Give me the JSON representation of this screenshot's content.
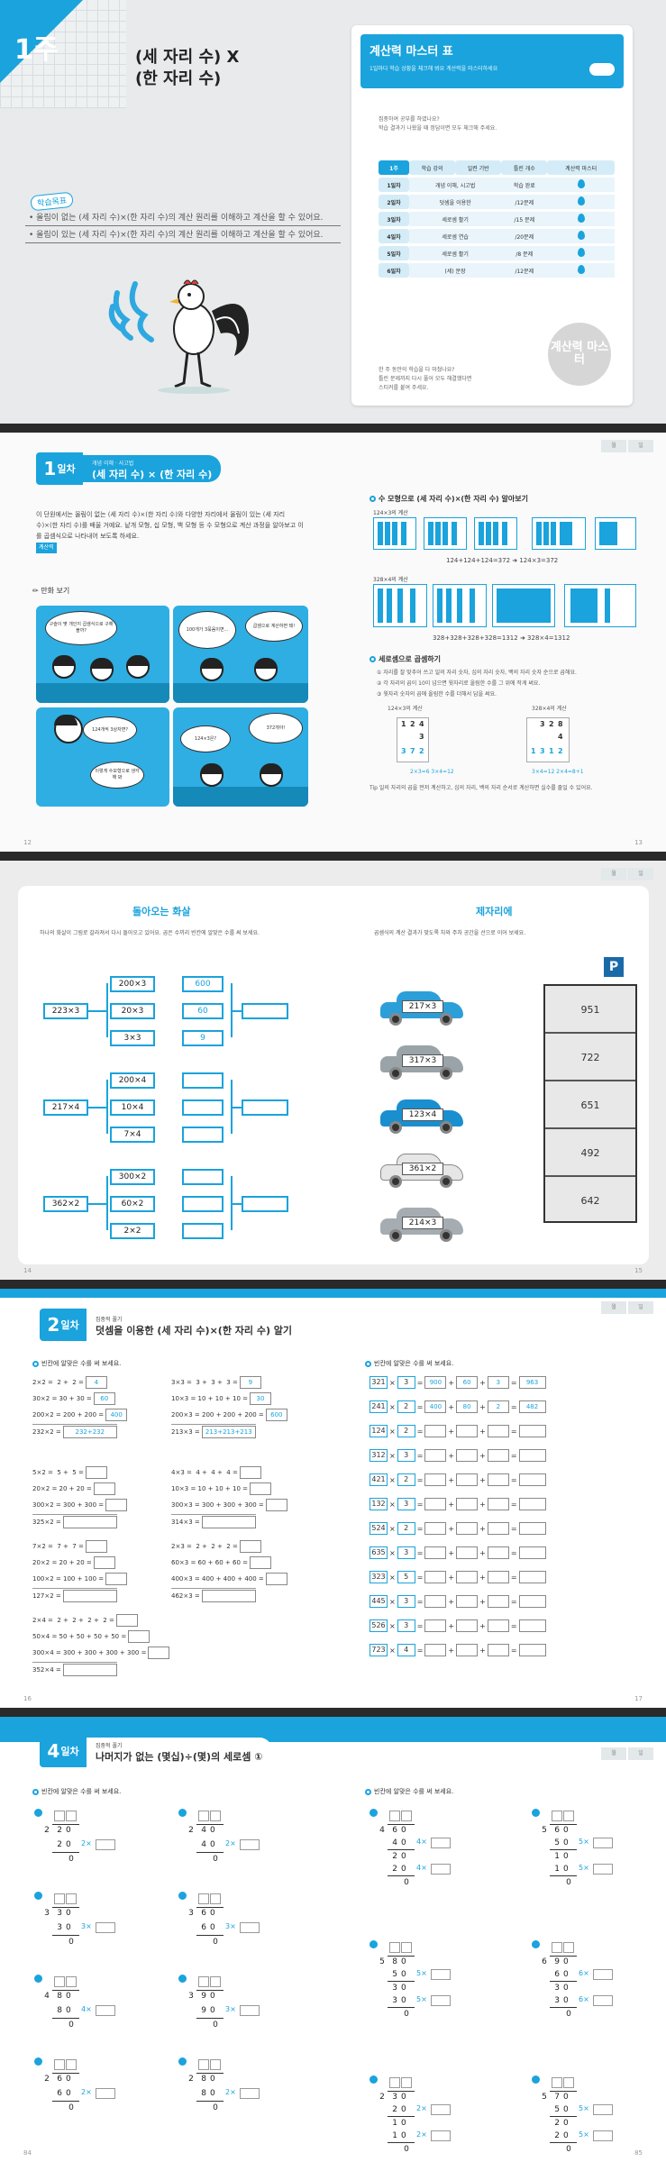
{
  "spread1": {
    "week_label": "1주",
    "week_title_line1": "(세 자리 수) X",
    "week_title_line2": "(한 자리 수)",
    "goal_tag": "학습목표",
    "goals": [
      "올림이 없는 (세 자리 수)×(한 자리 수)의 계산 원리를 이해하고 계산을 할 수 있어요.",
      "올림이 있는 (세 자리 수)×(한 자리 수)의 계산 원리를 이해하고 계산을 할 수 있어요."
    ],
    "master": {
      "title": "계산력 마스터 표",
      "subtitle": "1일마다 학습 상황을 체크해 봐요 계산력을 마스터하세요",
      "intro": [
        "집중하여 공부를 하였나요?",
        "학습 결과가 나왔을 때 정답이면 모두 체크해 주세요."
      ],
      "headers": [
        "1주",
        "학습 강의",
        "일련 기반",
        "틀린 개수",
        "계산력 마스터"
      ],
      "rows": [
        {
          "day": "1일차",
          "topic": "개념 이해, 시고법",
          "count": "학습 완료"
        },
        {
          "day": "2일차",
          "topic": "덧셈을 이용한",
          "count": "/12문제"
        },
        {
          "day": "3일차",
          "topic": "세로셈 활기",
          "count": "/15 문제"
        },
        {
          "day": "4일차",
          "topic": "세로셈 연습",
          "count": "/20문제"
        },
        {
          "day": "5일차",
          "topic": "세로셈 활기",
          "count": "/8 문제"
        },
        {
          "day": "6일차",
          "topic": "(세) 문장",
          "count": "/12문제"
        }
      ],
      "stamp": "계산력 마스터",
      "footer": [
        "한 주 동안의 학습을 다 마쳤나요?",
        "틀린 문제까지 다시 풀어 모두 해결했다면",
        "스티커를 붙여 주세요."
      ]
    },
    "page_left": "",
    "page_right": ""
  },
  "spread2": {
    "day_num": "1",
    "day_suffix": "일차",
    "day_sub": "개념 이해 · 사고법",
    "day_title": "(세 자리 수) × (한 자리 수)",
    "intro": "이 단원에서는 올림이 없는 (세 자리 수)×(한 자리 수)와 다양한 자리에서 올림이 있는 (세 자리 수)×(한 자리 수)를 배울 거예요. 낱개 모형, 십 모형, 백 모형 등 수 모형으로 계산 과정을 알아보고 이를 곱셈식으로 나타내어 보도록 하세요.",
    "intro_tag": "계산력",
    "comic_label": "만화 보기",
    "bubbles": [
      "구슬이 몇 개인지 곱셈식으로 구해 볼까?",
      "100개가 3묶음이면...",
      "곱셈으로 계산하면 돼!",
      "124개씩 3상자면?",
      "이렇게 수모형으로 생각해 봐",
      "124×3은?",
      "372개야!"
    ],
    "right_h1": "수 모형으로 (세 자리 수)×(한 자리 수) 알아보기",
    "ex1": "124×3의 계산",
    "ex1_eq": "124+124+124=372  ➜  124×3=372",
    "ex2": "328×4의 계산",
    "ex2_eq": "328+328+328+328=1312  ➜  328×4=1312",
    "right_h2": "세로셈으로 곱셈하기",
    "steps": [
      "① 자리를 잘 맞추어 쓰고 일의 자리 숫자, 십의 자리 숫자, 백의 자리 숫자 순으로 곱해요.",
      "② 각 자리의 곱이 10이 넘으면 윗자리로 올림한 수를 그 위에 작게 써요.",
      "③ 윗자리 숫자의 곱에 올림한 수를 더해서 답을 써요."
    ],
    "vert1_label": "124×3의 계산",
    "vert2_label": "328×4의 계산",
    "vert1_eq": "2×3=6  3×4=12",
    "vert2_eq": "3×4=12  2×4=8+1",
    "tip": "Tip 일의 자리의 곱을 먼저 계산하고, 십의 자리, 백의 자리 순서로 계산하면 실수를 줄일 수 있어요.",
    "page_left": "12",
    "page_right": "13"
  },
  "spread3": {
    "title_left": "돌아오는 화살",
    "title_right": "제자리에",
    "instr_left": "하나의 화살이 그림로 갈라져서 다시 돌아오고 있어요. 곱은 수끼리 빈칸에 알맞은 수를 써 보세요.",
    "instr_right": "곱셈식의 계산 결과가 맞도록 차와 주차 공간을 선으로 이어 보세요.",
    "groups": [
      {
        "main": "223×3",
        "parts": [
          "200×3",
          "20×3",
          "3×3"
        ],
        "answers": [
          "600",
          "60",
          "9"
        ]
      },
      {
        "main": "217×4",
        "parts": [
          "200×4",
          "10×4",
          "7×4"
        ],
        "answers": [
          "",
          "",
          ""
        ]
      },
      {
        "main": "362×2",
        "parts": [
          "300×2",
          "60×2",
          "2×2"
        ],
        "answers": [
          "",
          "",
          ""
        ]
      }
    ],
    "cars": [
      {
        "label": "217×3",
        "color": "#2c9fd8"
      },
      {
        "label": "317×3",
        "color": "#9aa3a8"
      },
      {
        "label": "123×4",
        "color": "#1a8fd0"
      },
      {
        "label": "361×2",
        "color": "#e6e6e6"
      },
      {
        "label": "214×3",
        "color": "#a5adb3"
      }
    ],
    "parking_sign": "P",
    "slots": [
      "951",
      "722",
      "651",
      "492",
      "642"
    ],
    "page_left": "14",
    "page_right": "15"
  },
  "spread4": {
    "day_num": "2",
    "day_suffix": "일차",
    "day_sub": "집중적 풀기",
    "day_title": "덧셈을 이용한 (세 자리 수)×(한 자리 수) 알기",
    "instr1": "빈칸에 알맞은 수를 써 보세요.",
    "instr2": "빈칸에 알맞은 수를 써 보세요.",
    "left_blocks": [
      {
        "rows": [
          "2×2 =  2 +  2 =",
          "30×2 = 30 + 30 =",
          "200×2 = 200 + 200 =",
          "232×2 ="
        ],
        "ans": [
          "4",
          "60",
          "400",
          "232+232"
        ]
      },
      {
        "rows": [
          "3×3 =  3 +  3 +  3 =",
          "10×3 = 10 + 10 + 10 =",
          "200×3 = 200 + 200 + 200 =",
          "213×3 ="
        ],
        "ans": [
          "9",
          "30",
          "600",
          "213+213+213"
        ]
      },
      {
        "rows": [
          "5×2 =  5 +  5 =",
          "20×2 = 20 + 20 =",
          "300×2 = 300 + 300 =",
          "325×2 ="
        ],
        "ans": [
          "",
          "",
          "",
          ""
        ]
      },
      {
        "rows": [
          "4×3 =  4 +  4 +  4 =",
          "10×3 = 10 + 10 + 10 =",
          "300×3 = 300 + 300 + 300 =",
          "314×3 ="
        ],
        "ans": [
          "",
          "",
          "",
          ""
        ]
      },
      {
        "rows": [
          "7×2 =  7 +  7 =",
          "20×2 = 20 + 20 =",
          "100×2 = 100 + 100 =",
          "127×2 ="
        ],
        "ans": [
          "",
          "",
          "",
          ""
        ]
      },
      {
        "rows": [
          "2×3 =  2 +  2 +  2 =",
          "60×3 = 60 + 60 + 60 =",
          "400×3 = 400 + 400 + 400 =",
          "462×3 ="
        ],
        "ans": [
          "",
          "",
          "",
          ""
        ]
      },
      {
        "rows": [
          "2×4 =  2 +  2 +  2 +  2 =",
          "50×4 = 50 + 50 + 50 + 50 =",
          "300×4 = 300 + 300 + 300 + 300 =",
          "352×4 ="
        ],
        "ans": [
          "",
          "",
          "",
          ""
        ]
      }
    ],
    "right_rows": [
      {
        "a": "321",
        "b": "3",
        "c": [
          "900",
          "60",
          "3"
        ],
        "r": "963"
      },
      {
        "a": "241",
        "b": "2",
        "c": [
          "400",
          "80",
          "2"
        ],
        "r": "482"
      },
      {
        "a": "124",
        "b": "2",
        "c": [
          "",
          "",
          ""
        ],
        "r": ""
      },
      {
        "a": "312",
        "b": "3",
        "c": [
          "",
          "",
          ""
        ],
        "r": ""
      },
      {
        "a": "421",
        "b": "2",
        "c": [
          "",
          "",
          ""
        ],
        "r": ""
      },
      {
        "a": "132",
        "b": "3",
        "c": [
          "",
          "",
          ""
        ],
        "r": ""
      },
      {
        "a": "524",
        "b": "2",
        "c": [
          "",
          "",
          ""
        ],
        "r": ""
      },
      {
        "a": "635",
        "b": "3",
        "c": [
          "",
          "",
          ""
        ],
        "r": ""
      },
      {
        "a": "323",
        "b": "5",
        "c": [
          "",
          "",
          ""
        ],
        "r": ""
      },
      {
        "a": "445",
        "b": "3",
        "c": [
          "",
          "",
          ""
        ],
        "r": ""
      },
      {
        "a": "526",
        "b": "3",
        "c": [
          "",
          "",
          ""
        ],
        "r": ""
      },
      {
        "a": "723",
        "b": "4",
        "c": [
          "",
          "",
          ""
        ],
        "r": ""
      }
    ],
    "page_left": "16",
    "page_right": "17"
  },
  "spread5": {
    "day_num": "4",
    "day_suffix": "일차",
    "day_sub": "집중적 풀기",
    "day_title": "나머지가 없는 (몇십)÷(몇)의 세로셈 ①",
    "instr1": "빈칸에 알맞은 수를 써 보세요.",
    "instr2": "빈칸에 알맞은 수를 써 보세요.",
    "left_probs": [
      {
        "d": "2",
        "n": "20",
        "s": "20",
        "m": "2×"
      },
      {
        "d": "2",
        "n": "40",
        "s": "40",
        "m": "2×"
      },
      {
        "d": "3",
        "n": "30",
        "s": "30",
        "m": "3×"
      },
      {
        "d": "3",
        "n": "60",
        "s": "60",
        "m": "3×"
      },
      {
        "d": "4",
        "n": "80",
        "s": "80",
        "m": "4×"
      },
      {
        "d": "3",
        "n": "90",
        "s": "90",
        "m": "3×"
      },
      {
        "d": "2",
        "n": "60",
        "s": "60",
        "m": "2×"
      },
      {
        "d": "2",
        "n": "80",
        "s": "80",
        "m": "2×"
      }
    ],
    "right_probs": [
      {
        "d": "4",
        "n": "60",
        "s1": "40",
        "m1": "4×",
        "r": "20",
        "s2": "20",
        "m2": "4×"
      },
      {
        "d": "5",
        "n": "60",
        "s1": "50",
        "m1": "5×",
        "r": "10",
        "s2": "10",
        "m2": "5×"
      },
      {
        "d": "5",
        "n": "80",
        "s1": "50",
        "m1": "5×",
        "r": "30",
        "s2": "30",
        "m2": "5×"
      },
      {
        "d": "6",
        "n": "90",
        "s1": "60",
        "m1": "6×",
        "r": "30",
        "s2": "30",
        "m2": "6×"
      },
      {
        "d": "2",
        "n": "30",
        "s1": "20",
        "m1": "2×",
        "r": "10",
        "s2": "10",
        "m2": "2×"
      },
      {
        "d": "5",
        "n": "70",
        "s1": "50",
        "m1": "5×",
        "r": "20",
        "s2": "20",
        "m2": "5×"
      }
    ],
    "zero": "0",
    "page_left": "84",
    "page_right": "85"
  },
  "date_labels": [
    "월",
    "일"
  ]
}
